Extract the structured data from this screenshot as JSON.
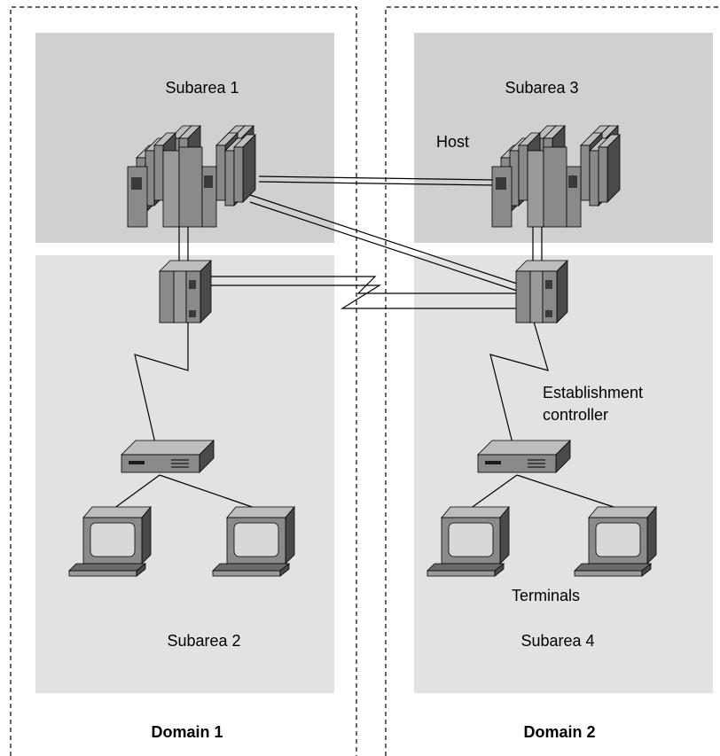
{
  "domains": [
    {
      "label": "Domain 1"
    },
    {
      "label": "Domain 2"
    }
  ],
  "subareas": [
    {
      "label": "Subarea 1"
    },
    {
      "label": "Subarea 2"
    },
    {
      "label": "Subarea 3"
    },
    {
      "label": "Subarea 4"
    }
  ],
  "annotations": {
    "host": "Host",
    "establishment_controller_line1": "Establishment",
    "establishment_controller_line2": "controller",
    "terminals": "Terminals"
  },
  "colors": {
    "subarea_host_fill": "#d0d0d0",
    "subarea_fill": "#e2e2e2",
    "device_face": "#8a8a8a",
    "device_side": "#4a4a4a",
    "device_top": "#bdbdbd",
    "line": "#000000"
  },
  "icons": [
    "mainframe-host-icon",
    "communication-controller-icon",
    "cluster-controller-icon",
    "terminal-icon"
  ]
}
